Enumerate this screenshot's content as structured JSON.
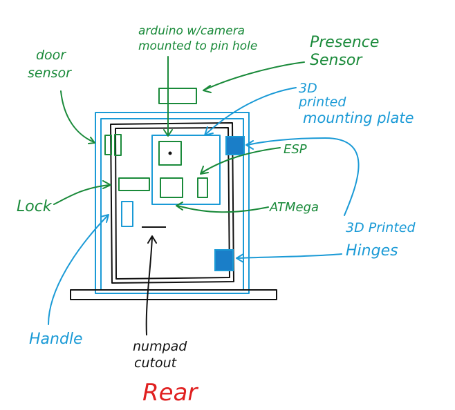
{
  "labels": {
    "arduino_line1": "arduino w/camera",
    "arduino_line2": "mounted to pin hole",
    "presence_line1": "Presence",
    "presence_line2": "Sensor",
    "door_sensor_line1": "door",
    "door_sensor_line2": "sensor",
    "plate_line1": "3D",
    "plate_line2": "printed",
    "plate_line3": "mounting plate",
    "esp": "ESP",
    "lock": "Lock",
    "atmega": "ATMega",
    "hinges_line1": "3D Printed",
    "hinges_line2": "Hinges",
    "handle": "Handle",
    "numpad_line1": "numpad",
    "numpad_line2": "cutout",
    "view": "Rear"
  },
  "colors": {
    "green": "#1a8a3a",
    "blue": "#1a9ad6",
    "hinge_fill": "#1a7ec8",
    "dark": "#111111",
    "red": "#e02020"
  }
}
